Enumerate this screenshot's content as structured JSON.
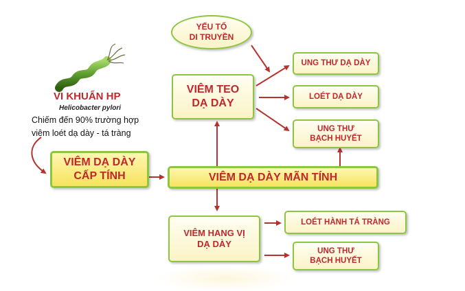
{
  "hp": {
    "title": "VI KHUẨN HP",
    "latin": "Helicobacter pylori",
    "desc_line1": "Chiếm đến 90% trường hợp",
    "desc_line2": "viêm loét dạ dày - tá tràng"
  },
  "nodes": {
    "genetic": [
      "YẾU TỐ",
      "DI TRUYỀN"
    ],
    "acute": [
      "VIÊM DẠ DÀY",
      "CẤP TÍNH"
    ],
    "chronic": "VIÊM DẠ DÀY MÃN TÍNH",
    "atrophic": [
      "VIÊM TEO",
      "DẠ DÀY"
    ],
    "antral": [
      "VIÊM HANG VỊ",
      "DẠ DÀY"
    ],
    "stomach_cancer": "UNG THƯ DẠ DÀY",
    "stomach_ulcer": "LOÉT DẠ DÀY",
    "lymphoma_1": [
      "UNG THƯ",
      "BẠCH HUYẾT"
    ],
    "duodenal_ulcer": "LOÉT HÀNH TÁ TRÀNG",
    "lymphoma_2": [
      "UNG THƯ",
      "BẠCH HUYẾT"
    ]
  },
  "colors": {
    "text": "#c0272d",
    "border": "#8cc63f",
    "arrow": "#b5322f",
    "highlight": "#f6e35e"
  }
}
